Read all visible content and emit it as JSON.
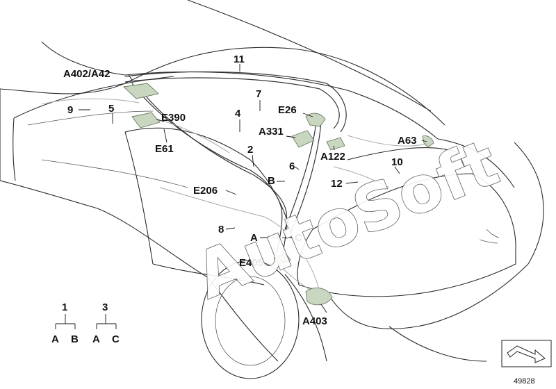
{
  "labels": {
    "a402_a42": "A402/A42",
    "n11": "11",
    "n9": "9",
    "n5": "5",
    "n7": "7",
    "n4": "4",
    "e390": "E390",
    "e26": "E26",
    "a331": "A331",
    "e61": "E61",
    "n2": "2",
    "a63": "A63",
    "a122": "A122",
    "n6": "6",
    "n10": "10",
    "n12": "12",
    "b": "B",
    "e206": "E206",
    "n8": "8",
    "a": "A",
    "c": "C",
    "e405": "E405",
    "a403": "A403"
  },
  "legend": {
    "group1": {
      "parent": "1",
      "left": "A",
      "right": "B"
    },
    "group3": {
      "parent": "3",
      "left": "A",
      "right": "C"
    }
  },
  "watermark": "AutoSoft",
  "reference_number": "49828",
  "colors": {
    "part_fill": "#c9d6c0",
    "line": "#2a2a2a"
  }
}
